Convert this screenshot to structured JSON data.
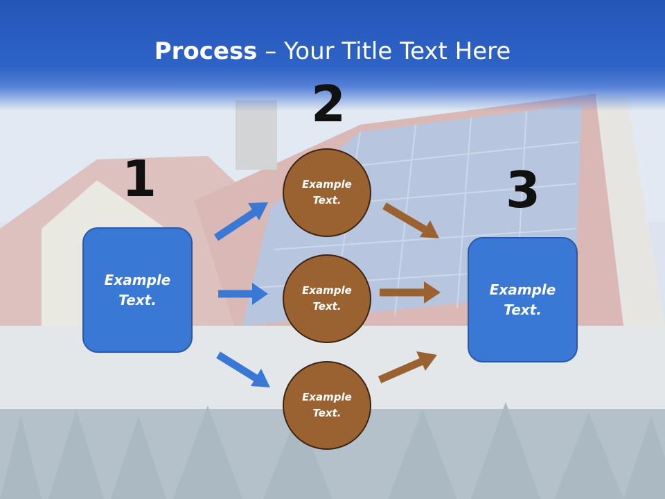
{
  "title": {
    "bold": "Process",
    "rest": " – Your Title Text Here"
  },
  "steps": {
    "one": "1",
    "two": "2",
    "three": "3"
  },
  "left_box": {
    "line1": "Example",
    "line2": "Text."
  },
  "right_box": {
    "line1": "Example",
    "line2": "Text."
  },
  "circles": [
    {
      "line1": "Example",
      "line2": "Text."
    },
    {
      "line1": "Example",
      "line2": "Text."
    },
    {
      "line1": "Example",
      "line2": "Text."
    }
  ],
  "colors": {
    "title_band": "#2456b8",
    "box": "#3a78d6",
    "circle": "#9a6230",
    "blue_arrow": "#3a78d6",
    "brown_arrow": "#9a6230"
  }
}
